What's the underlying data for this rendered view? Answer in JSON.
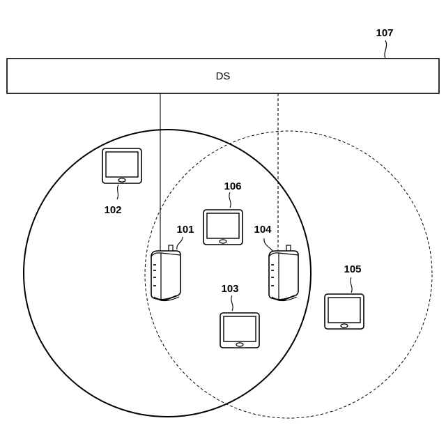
{
  "ds": {
    "label": "DS",
    "ref": "107"
  },
  "access_points": [
    {
      "ref": "101"
    },
    {
      "ref": "104"
    }
  ],
  "terminals": [
    {
      "ref": "102"
    },
    {
      "ref": "103"
    },
    {
      "ref": "105"
    },
    {
      "ref": "106"
    }
  ]
}
